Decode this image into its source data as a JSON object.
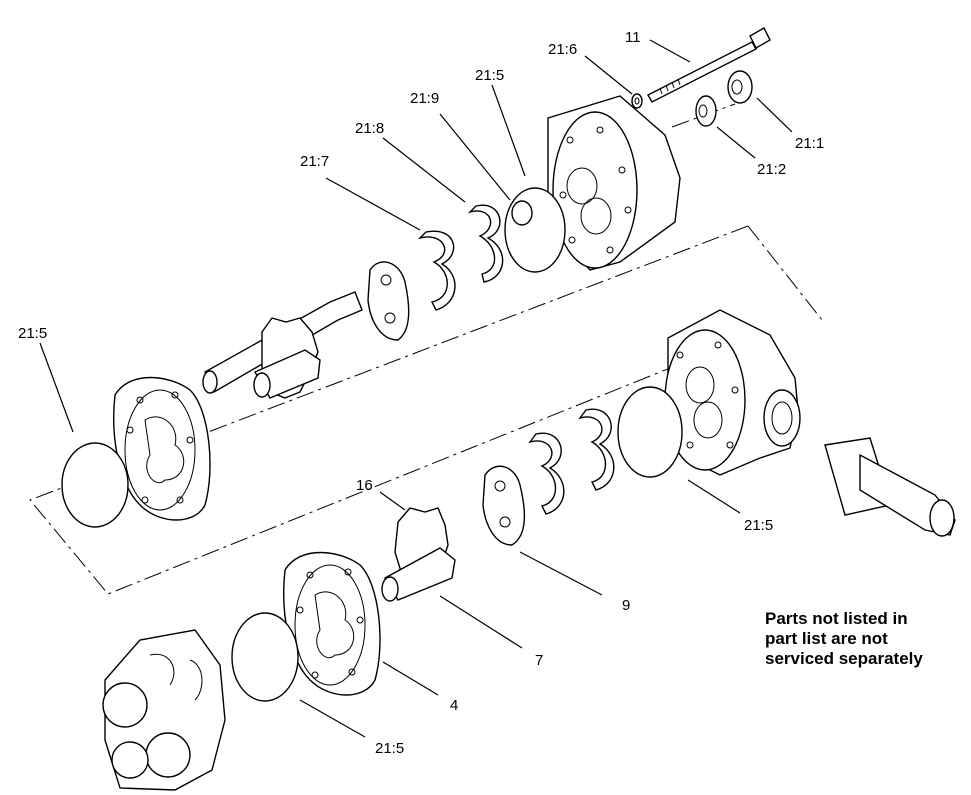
{
  "labels": {
    "p11": "11",
    "p21_6": "21:6",
    "p21_5_top": "21:5",
    "p21_9": "21:9",
    "p21_8": "21:8",
    "p21_7": "21:7",
    "p21_1": "21:1",
    "p21_2": "21:2",
    "p21_5_left": "21:5",
    "p16": "16",
    "p21_5_right": "21:5",
    "p9": "9",
    "p7": "7",
    "p4": "4",
    "p21_5_bottom": "21:5"
  },
  "note": {
    "line1": "Parts not listed in",
    "line2": "part list are not",
    "line3": "serviced separately"
  }
}
